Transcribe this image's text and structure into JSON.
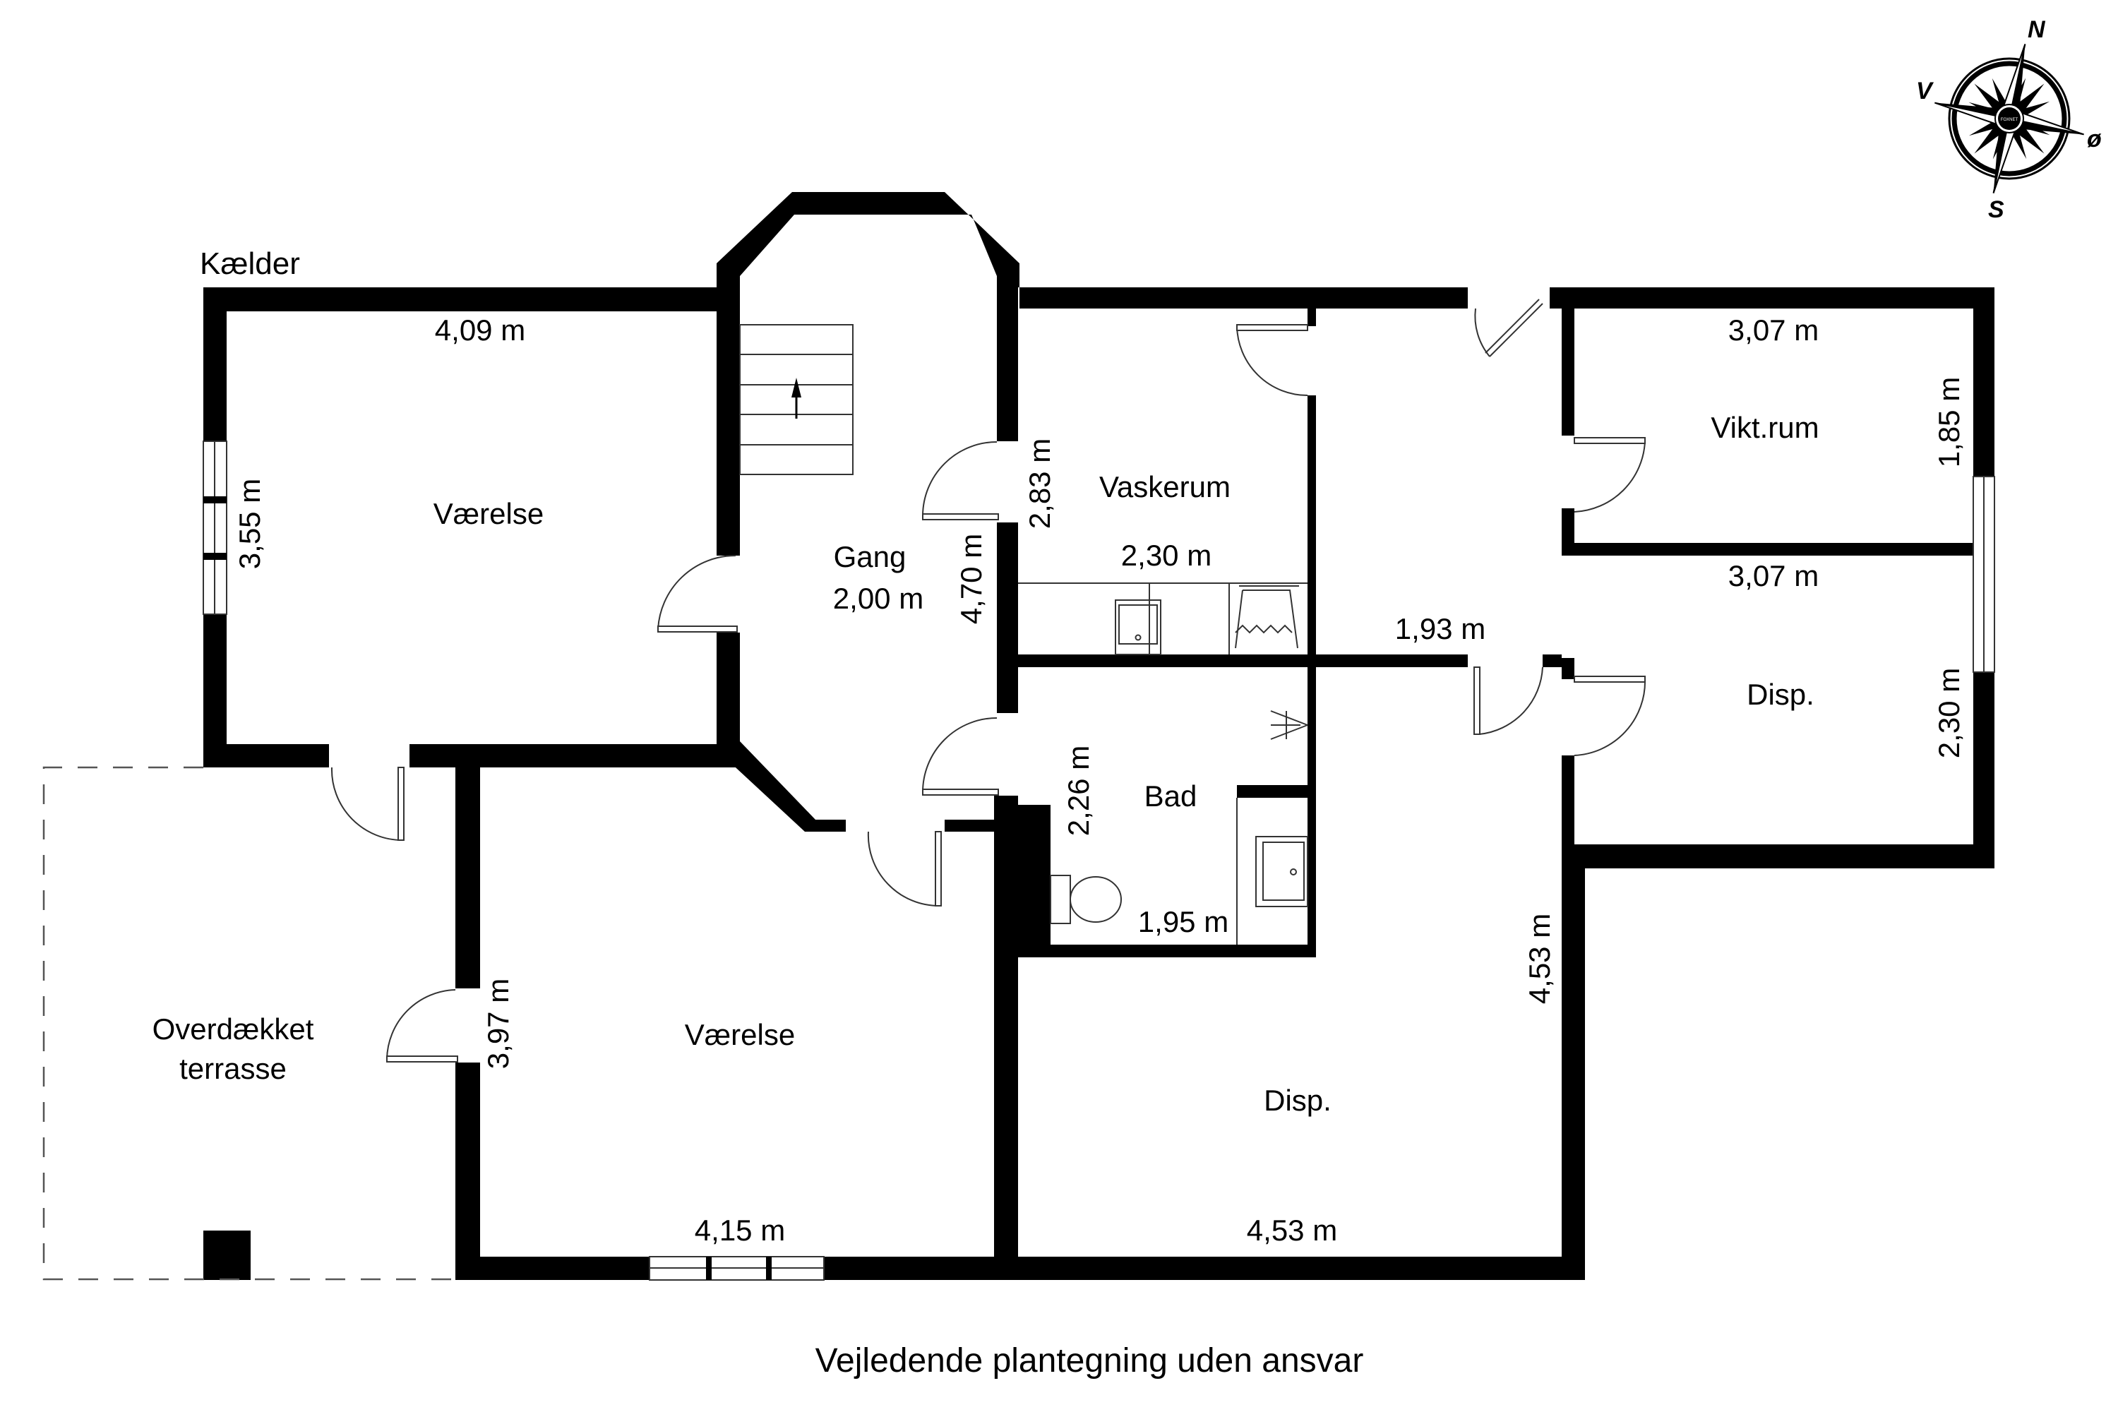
{
  "plan": {
    "floor_label": "Kælder",
    "footer": "Vejledende plantegning uden ansvar",
    "rooms": [
      {
        "id": "vaerelse-1",
        "name": "Værelse",
        "width": "4,09 m",
        "height": "3,55 m"
      },
      {
        "id": "gang",
        "name": "Gang",
        "width": "2,00 m",
        "height": "4,70 m"
      },
      {
        "id": "vaskerum",
        "name": "Vaskerum",
        "width": "2,30 m",
        "height": "2,83 m"
      },
      {
        "id": "hall-right",
        "name": "",
        "width": "1,93 m"
      },
      {
        "id": "vikt-rum",
        "name": "Vikt.rum",
        "width": "3,07 m",
        "height": "1,85 m"
      },
      {
        "id": "disp-1",
        "name": "Disp.",
        "width": "3,07 m",
        "height": "2,30 m"
      },
      {
        "id": "bad",
        "name": "Bad",
        "width": "1,95 m",
        "height": "2,26 m"
      },
      {
        "id": "vaerelse-2",
        "name": "Værelse",
        "width": "4,15 m",
        "height": "3,97 m"
      },
      {
        "id": "disp-2",
        "name": "Disp.",
        "width": "4,53 m",
        "height": "4,53 m"
      },
      {
        "id": "terrasse",
        "name_line1": "Overdækket",
        "name_line2": "terrasse"
      }
    ]
  },
  "compass": {
    "north": "N",
    "south": "S",
    "east": "ø",
    "west": "V",
    "center_mark": "FOXNET"
  }
}
